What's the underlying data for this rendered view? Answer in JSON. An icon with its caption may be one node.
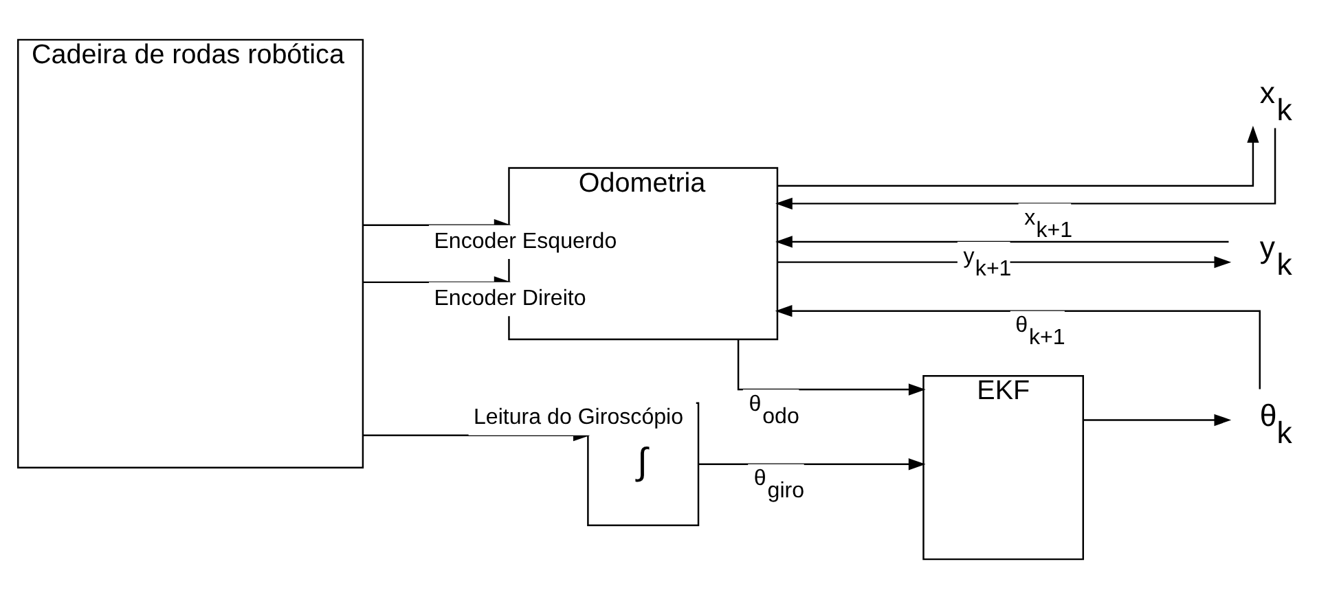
{
  "diagram": {
    "nodes": [
      {
        "text": [
          "Cadeira de rodas robótica"
        ]
      },
      {
        "text": [
          "Odometria"
        ]
      },
      {
        "text": [
          "∫"
        ]
      },
      {
        "text": [
          "EKF"
        ]
      },
      {
        "text": [
          "x$_{k}$"
        ]
      },
      {
        "text": [
          "y$_{k}$"
        ]
      },
      {
        "text": [
          "θ$_{k}$"
        ]
      }
    ],
    "edges": [
      {
        "from": 0,
        "to": 1,
        "arrow": "to",
        "label": "Encoder Direito"
      },
      {
        "from": 0,
        "to": 1,
        "arrow": "to",
        "label": "Encoder Esquerdo"
      },
      {
        "from": 0,
        "to": 2,
        "arrow": "to",
        "label": "Leitura do Giroscópio"
      },
      {
        "from": 1,
        "to": 4,
        "arrow": "to"
      },
      {
        "from": 1,
        "to": 5,
        "arrow": "to"
      },
      {
        "from": 1,
        "to": 3,
        "arrow": "to",
        "label": "θ$_{odo}$"
      },
      {
        "from": 2,
        "to": 3,
        "arrow": "to",
        "label": "θ$_{giro}$"
      },
      {
        "from": 3,
        "to": 6,
        "arrow": "to"
      },
      {
        "from": 4,
        "to": 1,
        "arrow": "to",
        "label": "x$_{k+1}$"
      },
      {
        "from": 5,
        "to": 1,
        "arrow": "to",
        "label": "y$_{k+1}$"
      },
      {
        "from": 6,
        "to": 1,
        "arrow": "to",
        "label": "θ$_{k+1}$"
      }
    ]
  }
}
